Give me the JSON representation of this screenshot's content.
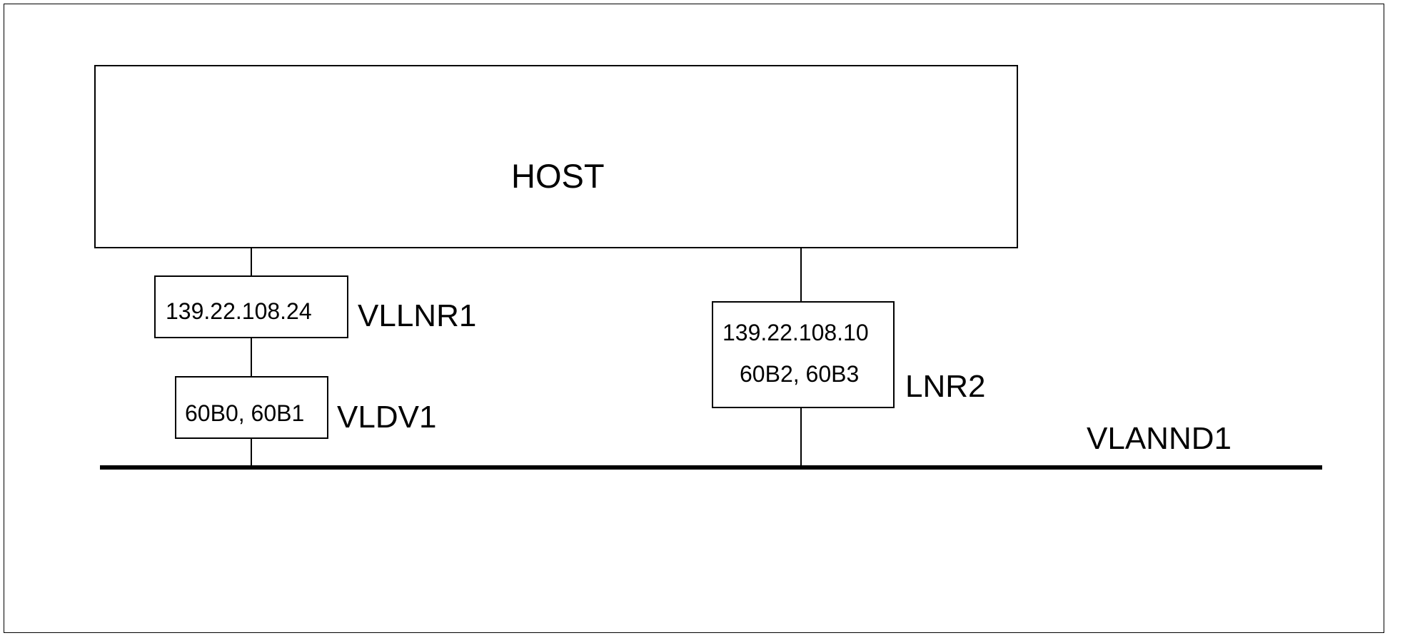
{
  "host": {
    "label": "HOST"
  },
  "vllnr1": {
    "ip": "139.22.108.24",
    "label": "VLLNR1"
  },
  "vldv1": {
    "devices": "60B0, 60B1",
    "label": "VLDV1"
  },
  "lnr2": {
    "ip": "139.22.108.10",
    "devices": "60B2, 60B3",
    "label": "LNR2"
  },
  "lan": {
    "label": "VLANND1"
  }
}
